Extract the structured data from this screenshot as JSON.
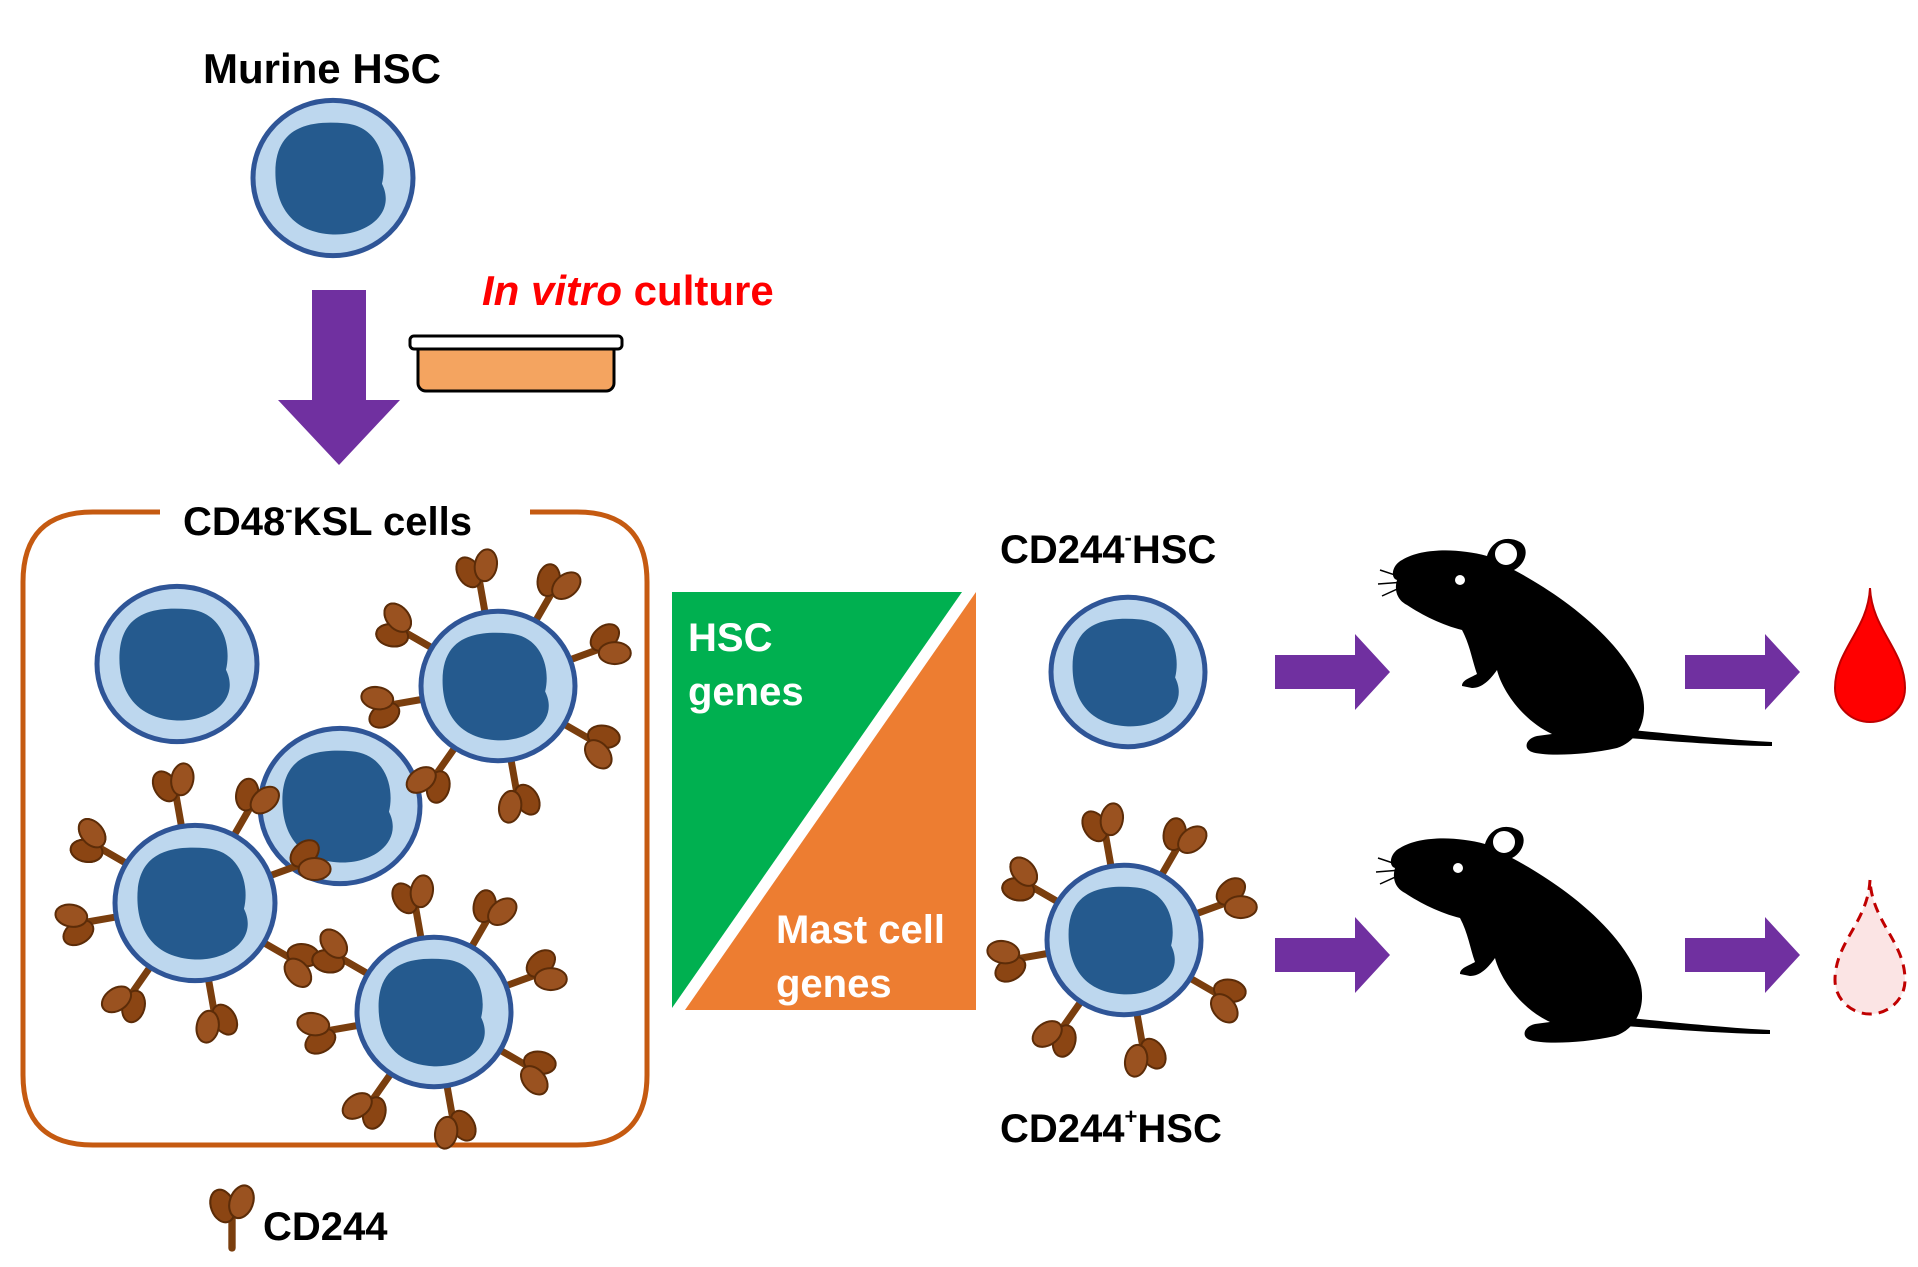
{
  "title": "Murine HSC",
  "culture": {
    "italic": "In vitro",
    "rest": " culture"
  },
  "box_label": {
    "pre": "CD48",
    "sup": "-",
    "post": "KSL cells"
  },
  "gene_panel": {
    "top": [
      "HSC",
      "genes"
    ],
    "bottom": [
      "Mast cell",
      "genes"
    ]
  },
  "neg_label": {
    "pre": "CD244",
    "sup": "-",
    "post": "HSC"
  },
  "pos_label": {
    "pre": "CD244",
    "sup": "+",
    "post": "HSC"
  },
  "legend_label": "CD244",
  "colors": {
    "arrow": "#7030a0",
    "cell_border": "#2f5597",
    "cell_fill": "#bdd7ee",
    "nucleus": "#255a8e",
    "receptor": "#8b4513",
    "box": "#c55a11",
    "hsc_genes": "#00b050",
    "mast_genes": "#ed7d31",
    "blood": "#ff0000",
    "blood_faint": "#fbe4e4",
    "culture_red": "#ff0000",
    "dish_fill": "#f4a460"
  },
  "icons": [
    "cell-icon",
    "cd244-receptor-icon",
    "mouse-icon",
    "blood-drop-icon",
    "culture-dish-icon",
    "arrow-icon"
  ]
}
